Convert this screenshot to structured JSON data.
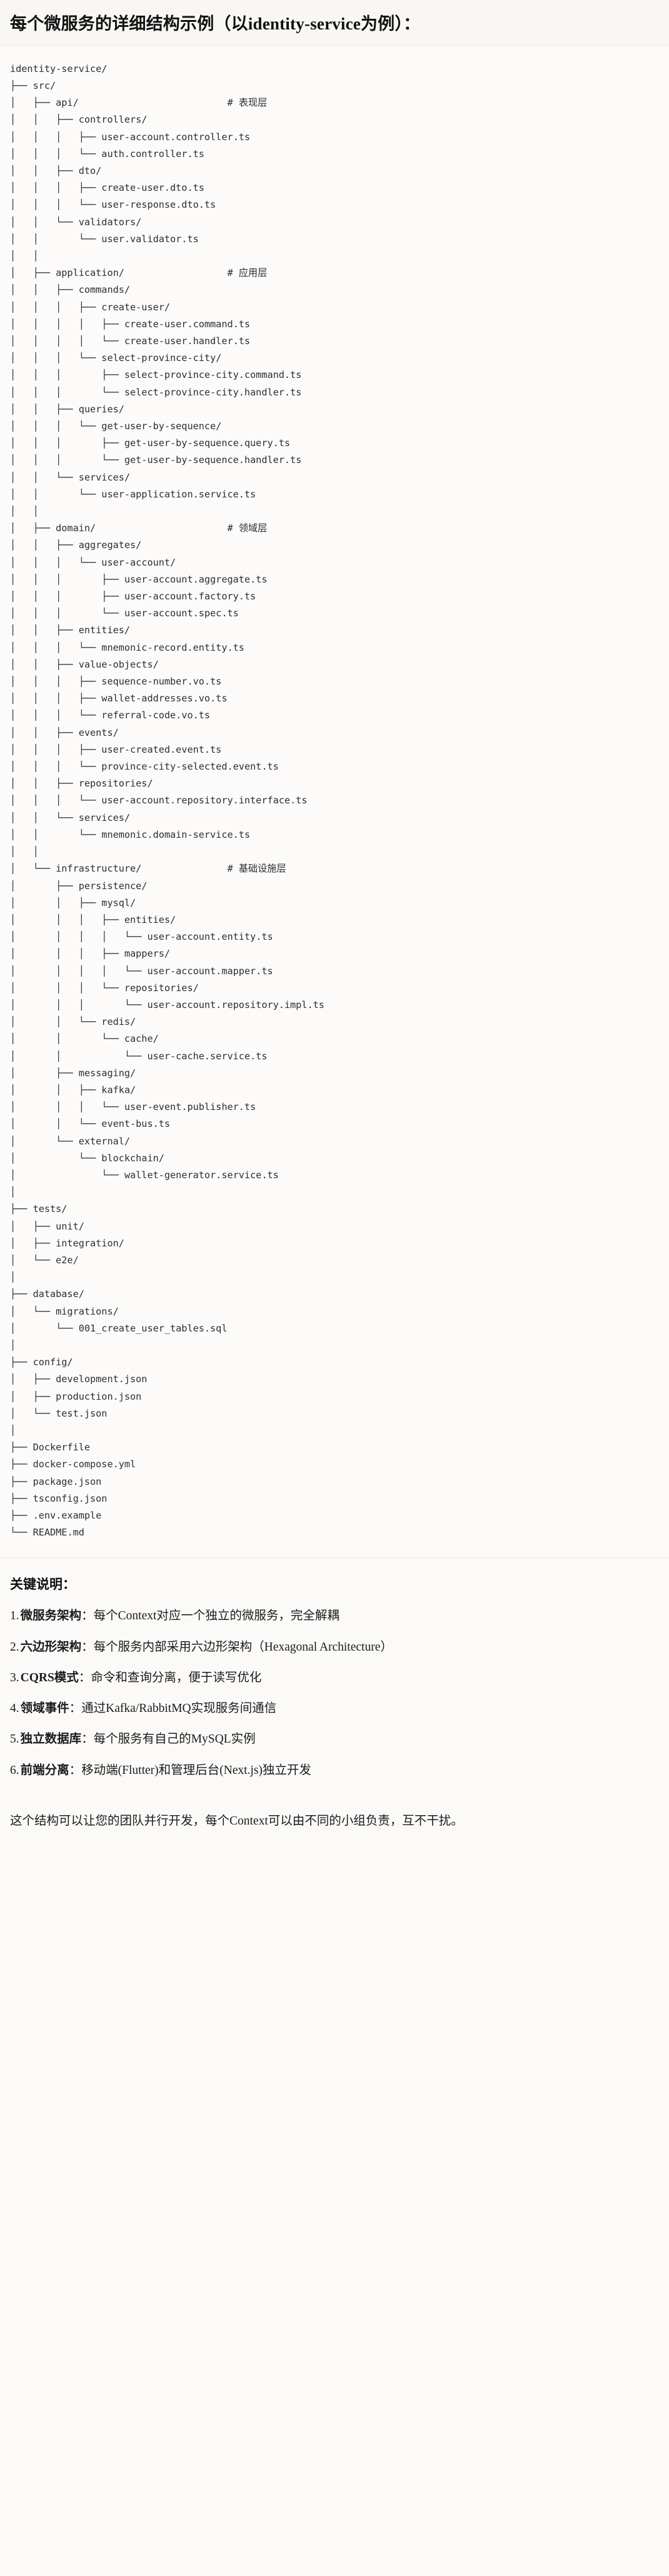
{
  "header": {
    "title": "每个微服务的详细结构示例（以identity-service为例）："
  },
  "tree": {
    "root": "identity-service/",
    "lines": [
      "identity-service/",
      "├── src/",
      "│   ├── api/                          # 表现层",
      "│   │   ├── controllers/",
      "│   │   │   ├── user-account.controller.ts",
      "│   │   │   └── auth.controller.ts",
      "│   │   ├── dto/",
      "│   │   │   ├── create-user.dto.ts",
      "│   │   │   └── user-response.dto.ts",
      "│   │   └── validators/",
      "│   │       └── user.validator.ts",
      "│   │",
      "│   ├── application/                  # 应用层",
      "│   │   ├── commands/",
      "│   │   │   ├── create-user/",
      "│   │   │   │   ├── create-user.command.ts",
      "│   │   │   │   └── create-user.handler.ts",
      "│   │   │   └── select-province-city/",
      "│   │   │       ├── select-province-city.command.ts",
      "│   │   │       └── select-province-city.handler.ts",
      "│   │   ├── queries/",
      "│   │   │   └── get-user-by-sequence/",
      "│   │   │       ├── get-user-by-sequence.query.ts",
      "│   │   │       └── get-user-by-sequence.handler.ts",
      "│   │   └── services/",
      "│   │       └── user-application.service.ts",
      "│   │",
      "│   ├── domain/                       # 领域层",
      "│   │   ├── aggregates/",
      "│   │   │   └── user-account/",
      "│   │   │       ├── user-account.aggregate.ts",
      "│   │   │       ├── user-account.factory.ts",
      "│   │   │       └── user-account.spec.ts",
      "│   │   ├── entities/",
      "│   │   │   └── mnemonic-record.entity.ts",
      "│   │   ├── value-objects/",
      "│   │   │   ├── sequence-number.vo.ts",
      "│   │   │   ├── wallet-addresses.vo.ts",
      "│   │   │   └── referral-code.vo.ts",
      "│   │   ├── events/",
      "│   │   │   ├── user-created.event.ts",
      "│   │   │   └── province-city-selected.event.ts",
      "│   │   ├── repositories/",
      "│   │   │   └── user-account.repository.interface.ts",
      "│   │   └── services/",
      "│   │       └── mnemonic.domain-service.ts",
      "│   │",
      "│   └── infrastructure/               # 基础设施层",
      "│       ├── persistence/",
      "│       │   ├── mysql/",
      "│       │   │   ├── entities/",
      "│       │   │   │   └── user-account.entity.ts",
      "│       │   │   ├── mappers/",
      "│       │   │   │   └── user-account.mapper.ts",
      "│       │   │   └── repositories/",
      "│       │   │       └── user-account.repository.impl.ts",
      "│       │   └── redis/",
      "│       │       └── cache/",
      "│       │           └── user-cache.service.ts",
      "│       ├── messaging/",
      "│       │   ├── kafka/",
      "│       │   │   └── user-event.publisher.ts",
      "│       │   └── event-bus.ts",
      "│       └── external/",
      "│           └── blockchain/",
      "│               └── wallet-generator.service.ts",
      "│",
      "├── tests/",
      "│   ├── unit/",
      "│   ├── integration/",
      "│   └── e2e/",
      "│",
      "├── database/",
      "│   └── migrations/",
      "│       └── 001_create_user_tables.sql",
      "│",
      "├── config/",
      "│   ├── development.json",
      "│   ├── production.json",
      "│   └── test.json",
      "│",
      "├── Dockerfile",
      "├── docker-compose.yml",
      "├── package.json",
      "├── tsconfig.json",
      "├── .env.example",
      "└── README.md"
    ],
    "comments": [
      {
        "label": "# 表现层",
        "for": "api/"
      },
      {
        "label": "# 应用层",
        "for": "application/"
      },
      {
        "label": "# 领域层",
        "for": "domain/"
      },
      {
        "label": "# 基础设施层",
        "for": "infrastructure/"
      }
    ]
  },
  "notes": {
    "heading": "关键说明：",
    "items": [
      {
        "num": "1.",
        "term": "微服务架构",
        "text": "：每个Context对应一个独立的微服务，完全解耦"
      },
      {
        "num": "2.",
        "term": "六边形架构",
        "text": "：每个服务内部采用六边形架构（Hexagonal Architecture）"
      },
      {
        "num": "3.",
        "term": "CQRS模式",
        "text": "：命令和查询分离，便于读写优化"
      },
      {
        "num": "4.",
        "term": "领域事件",
        "text": "：通过Kafka/RabbitMQ实现服务间通信"
      },
      {
        "num": "5.",
        "term": "独立数据库",
        "text": "：每个服务有自己的MySQL实例"
      },
      {
        "num": "6.",
        "term": "前端分离",
        "text": "：移动端(Flutter)和管理后台(Next.js)独立开发"
      }
    ],
    "closing": "这个结构可以让您的团队并行开发，每个Context可以由不同的小组负责，互不干扰。"
  },
  "colors": {
    "page_bg": "#fbfaf8",
    "header_bg": "#f8f7f4",
    "code_bg": "#fcfbf9",
    "border": "#e7e5e0",
    "code_text": "#2a2d33",
    "body_text": "#1b1b1b"
  }
}
